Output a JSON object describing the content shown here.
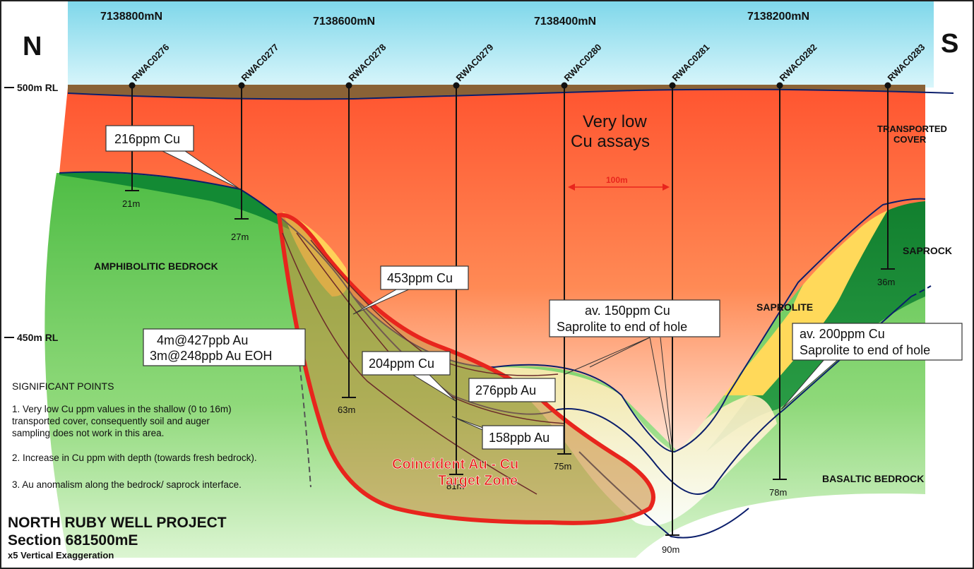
{
  "compass": {
    "north": "N",
    "south": "S"
  },
  "northings": [
    "7138800mN",
    "7138600mN",
    "7138400mN",
    "7138200mN"
  ],
  "rl_labels": [
    "500m RL",
    "450m RL"
  ],
  "holes": [
    {
      "id": "RWAC0276",
      "depth": "21m"
    },
    {
      "id": "RWAC0277",
      "depth": "27m"
    },
    {
      "id": "RWAC0278",
      "depth": "63m"
    },
    {
      "id": "RWAC0279",
      "depth": "81m"
    },
    {
      "id": "RWAC0280",
      "depth": "75m"
    },
    {
      "id": "RWAC0281",
      "depth": "90m"
    },
    {
      "id": "RWAC0282",
      "depth": "78m"
    },
    {
      "id": "RWAC0283",
      "depth": "36m"
    }
  ],
  "units": {
    "transported_cover": [
      "TRANSPORTED",
      "COVER"
    ],
    "saprock": "SAPROCK",
    "saprolite": "SAPROLITE",
    "amphibolitic": "AMPHIBOLITIC BEDROCK",
    "basaltic": "BASALTIC BEDROCK"
  },
  "very_low": [
    "Very low",
    "Cu assays"
  ],
  "scale": "100m",
  "callouts": {
    "c216": "216ppm Cu",
    "c453": "453ppm Cu",
    "c204": "204ppm Cu",
    "a276": "276ppb Au",
    "a158": "158ppb Au",
    "au_int": [
      "4m@427ppb Au",
      "3m@248ppb Au EOH"
    ],
    "av150": [
      "av. 150ppm Cu",
      "Saprolite to end of hole"
    ],
    "av200": [
      "av. 200ppm Cu",
      "Saprolite to end of hole"
    ]
  },
  "target": [
    "Coincident Au - Cu",
    "Target Zone"
  ],
  "significant": {
    "heading": "SIGNIFICANT POINTS",
    "p1": [
      "1. Very low Cu ppm values in the shallow (0 to 16m)",
      "transported cover, consequently soil and auger",
      "sampling does not work in this area."
    ],
    "p2": "2. Increase in Cu ppm with depth (towards fresh bedrock).",
    "p3": "3. Au anomalism along the bedrock/ saprock interface."
  },
  "project": {
    "name": "NORTH RUBY WELL PROJECT",
    "section": "Section 681500mE",
    "exaggeration": "x5 Vertical Exaggeration"
  },
  "colors": {
    "sky": "#a9e6f2",
    "soil": "#8a6236",
    "cover": "#ff6a3d",
    "bedrock": "#7fcf66",
    "saprock": "#128a33",
    "saprolite": "#ffd95a",
    "target": "#e8251d",
    "profile": "#0b1e6b"
  }
}
